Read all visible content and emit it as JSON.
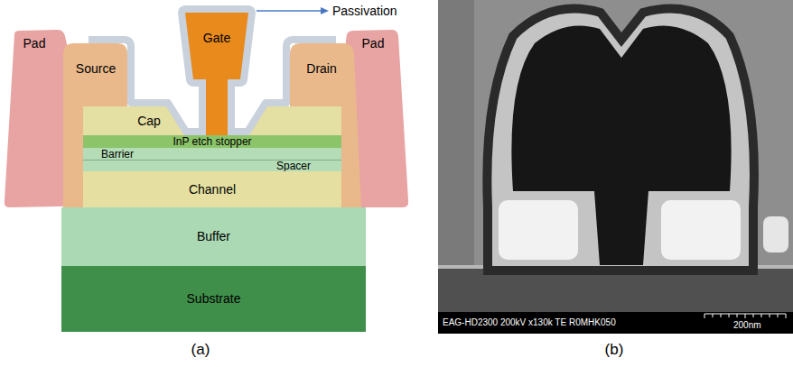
{
  "diagram": {
    "nodes": [
      {
        "text": [
          "Pad"
        ]
      },
      {
        "text": [
          "Gate"
        ]
      },
      {
        "text": [
          "Pad"
        ]
      },
      {
        "text": [
          "Source"
        ]
      },
      {
        "text": [
          "Drain"
        ]
      },
      {
        "text": [
          "Cap"
        ]
      },
      {
        "text": [
          "InP etch stopper"
        ]
      },
      {
        "text": [
          "Barrier"
        ]
      },
      {
        "text": [
          "Spacer"
        ]
      },
      {
        "text": [
          "Channel"
        ]
      },
      {
        "text": [
          "Buffer"
        ]
      },
      {
        "text": [
          "Substrate"
        ]
      }
    ],
    "labels": [
      "Passivation",
      "(a)",
      "EAG-HD2300 200kV x130k TE",
      "R0MHK050",
      "200nm",
      "(b)"
    ]
  }
}
